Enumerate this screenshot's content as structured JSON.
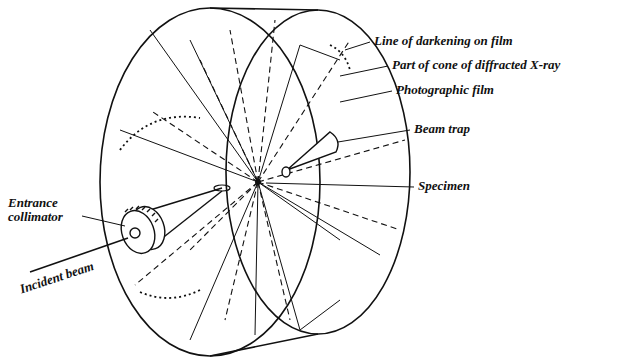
{
  "diagram": {
    "labels": [
      "Line of darkening on film",
      "Part of cone of diffracted X-ray",
      "Photographic film",
      "Beam trap",
      "Specimen",
      "Entrance collimator",
      "Incident beam"
    ]
  }
}
